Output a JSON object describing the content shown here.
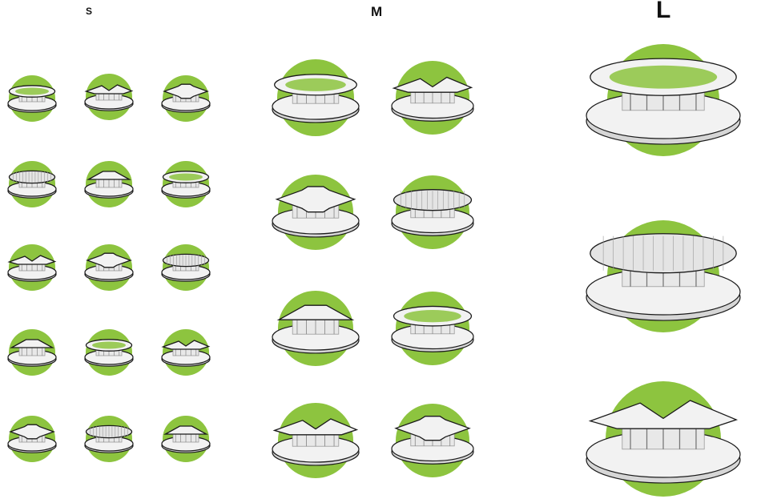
{
  "headers": {
    "small": "S",
    "medium": "M",
    "large": "L"
  },
  "colors": {
    "accent_green": "#8dc43f",
    "model_white": "#f2f2f2",
    "model_shade": "#d6d6d6",
    "outline": "#1a1a1a"
  },
  "groups": [
    {
      "label_key": "small",
      "count": 15
    },
    {
      "label_key": "medium",
      "count": 8
    },
    {
      "label_key": "large",
      "count": 3
    }
  ]
}
